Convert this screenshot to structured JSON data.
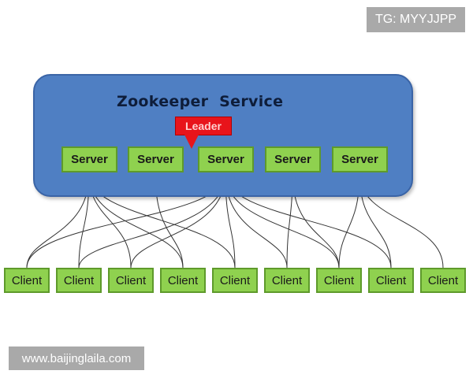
{
  "watermark_top": "TG: MYYJJPP",
  "watermark_bottom": "www.baijinglaila.com",
  "service": {
    "title": "Zookeeper  Service",
    "leader_label": "Leader",
    "servers": [
      "Server",
      "Server",
      "Server",
      "Server",
      "Server"
    ],
    "leader_index": 2
  },
  "clients": [
    "Client",
    "Client",
    "Client",
    "Client",
    "Client",
    "Client",
    "Client",
    "Client",
    "Client"
  ],
  "colors": {
    "panel": "#4f7fc3",
    "node_fill": "#8fd14f",
    "leader_fill": "#e8141b",
    "connector": "#333333"
  }
}
